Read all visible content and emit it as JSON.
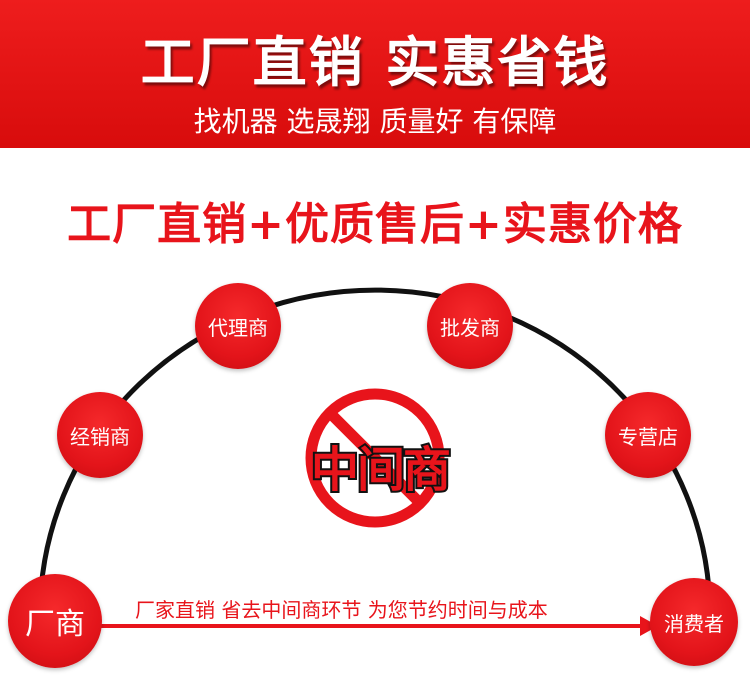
{
  "banner": {
    "title": "工厂直销  实惠省钱",
    "subtitle": "找机器 选晟翔 质量好 有保障"
  },
  "slogan": "工厂直销+优质售后+实惠价格",
  "diagram": {
    "nodes": {
      "factory": "厂商",
      "distributor": "经销商",
      "agent": "代理商",
      "wholesaler": "批发商",
      "store": "专营店",
      "consumer": "消费者"
    },
    "crossed_label": "中间商",
    "arrow_caption": "厂家直销 省去中间商环节 为您节约时间与成本"
  },
  "colors": {
    "red": "#e8141b",
    "banner_red": "#e21414",
    "arc": "#111111"
  }
}
